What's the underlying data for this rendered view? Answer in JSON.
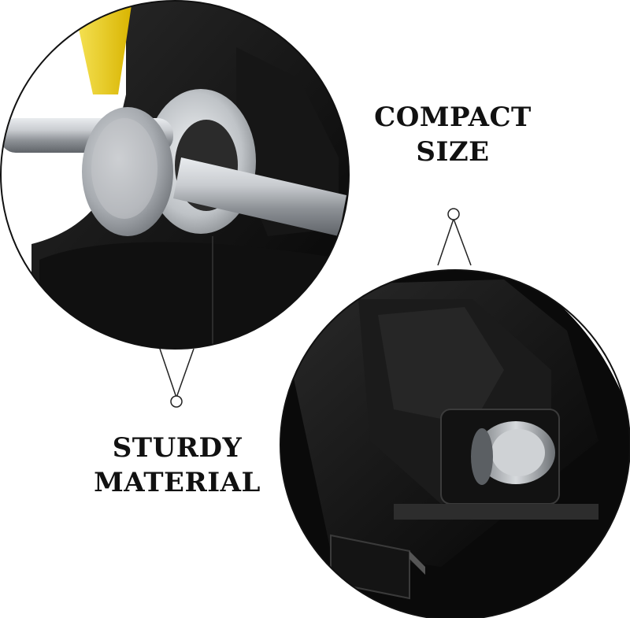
{
  "captions": {
    "compact": {
      "line1": "COMPACT",
      "line2": "SIZE"
    },
    "sturdy": {
      "line1": "STURDY",
      "line2": "MATERIAL"
    }
  },
  "colors": {
    "background": "#ffffff",
    "metal_black": "#0d0d0d",
    "steel": "#b9bcc0",
    "accent_yellow": "#f2d51a",
    "text": "#111111"
  }
}
